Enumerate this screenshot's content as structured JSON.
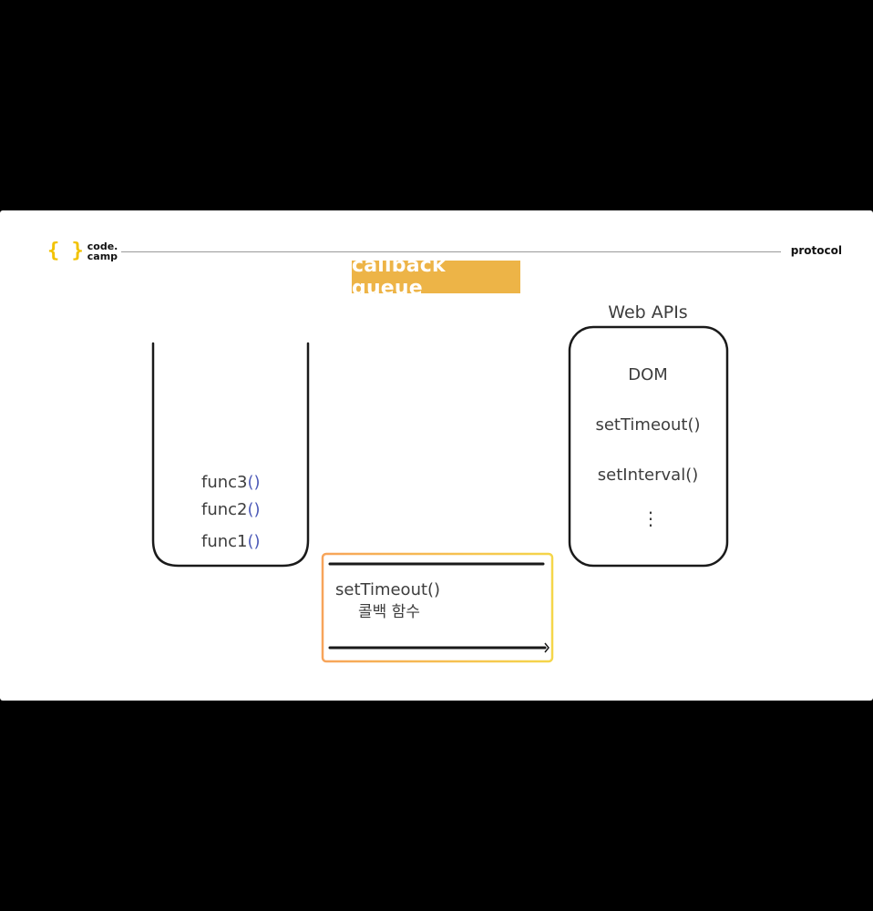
{
  "header": {
    "logo_line1": "code.",
    "logo_line2": "camp",
    "protocol_label": "protocol"
  },
  "title": "callback queue",
  "call_stack": {
    "items": [
      {
        "name": "func3",
        "parens": "()"
      },
      {
        "name": "func2",
        "parens": "()"
      },
      {
        "name": "func1",
        "parens": "()"
      }
    ]
  },
  "web_apis": {
    "label": "Web APIs",
    "items": [
      "DOM",
      "setTimeout()",
      "setInterval()",
      "⋮"
    ]
  },
  "queue": {
    "line1": "setTimeout()",
    "line2": "콜백 함수"
  },
  "colors": {
    "accent": "#edb447",
    "logo": "#f2c200",
    "paren": "#4e5bb8",
    "queue_border_start": "#f7a45a",
    "queue_border_end": "#f5d64a"
  }
}
